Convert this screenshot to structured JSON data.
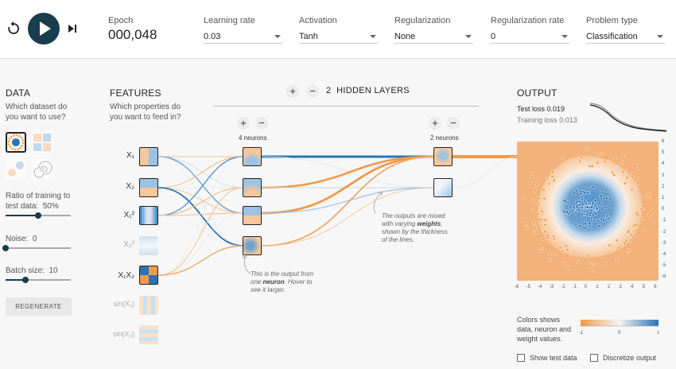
{
  "topbar": {
    "epoch_label": "Epoch",
    "epoch_value": "000,048",
    "learning_rate_label": "Learning rate",
    "learning_rate_value": "0.03",
    "activation_label": "Activation",
    "activation_value": "Tanh",
    "regularization_label": "Regularization",
    "regularization_value": "None",
    "reg_rate_label": "Regularization rate",
    "reg_rate_value": "0",
    "problem_label": "Problem type",
    "problem_value": "Classification"
  },
  "data_panel": {
    "title": "DATA",
    "question": "Which dataset do you want to use?",
    "ratio_label": "Ratio of training to test data:",
    "ratio_value": "50%",
    "ratio_fraction": 0.5,
    "noise_label": "Noise:",
    "noise_value": "0",
    "noise_fraction": 0,
    "batch_label": "Batch size:",
    "batch_value": "10",
    "batch_fraction": 0.3,
    "regenerate": "REGENERATE"
  },
  "features": {
    "title": "FEATURES",
    "question": "Which properties do you want to feed in?",
    "items": [
      {
        "label": "X₁",
        "active": true
      },
      {
        "label": "X₂",
        "active": true
      },
      {
        "label": "X₁²",
        "active": true
      },
      {
        "label": "X₂²",
        "active": false
      },
      {
        "label": "X₁X₂",
        "active": true
      },
      {
        "label": "sin(X₁)",
        "active": false
      },
      {
        "label": "sin(X₂)",
        "active": false
      }
    ]
  },
  "network": {
    "layer_count": "2",
    "layers_label": "HIDDEN LAYERS",
    "layer1_neurons": "4 neurons",
    "layer2_neurons": "2 neurons",
    "plus": "+",
    "minus": "−",
    "annotation_neuron_pre": "This is the output from one ",
    "annotation_neuron_bold": "neuron",
    "annotation_neuron_post": ". Hover to see it larger.",
    "annotation_weights_pre": "The outputs are mixed with varying ",
    "annotation_weights_bold": "weights",
    "annotation_weights_post": ", shown by the thickness of the lines."
  },
  "output": {
    "title": "OUTPUT",
    "test_loss_label": "Test loss",
    "test_loss_value": "0.019",
    "training_loss_label": "Training loss",
    "training_loss_value": "0.013",
    "y_ticks": [
      "6",
      "5",
      "4",
      "3",
      "2",
      "1",
      "0",
      "-1",
      "-2",
      "-3",
      "-4",
      "-5",
      "-6"
    ],
    "x_ticks": [
      "-6",
      "-5",
      "-4",
      "-3",
      "-2",
      "-1",
      "0",
      "1",
      "2",
      "3",
      "4",
      "5",
      "6"
    ],
    "legend_text": "Colors shows data, neuron and weight values.",
    "scale_min": "-1",
    "scale_mid": "0",
    "scale_max": "1",
    "show_test_data": "Show test data",
    "discretize_output": "Discretize output",
    "colors": {
      "positive": "#2a74b5",
      "negative": "#f09a4a",
      "neutral": "#f4f4f4",
      "dark": "#183d4e"
    }
  }
}
